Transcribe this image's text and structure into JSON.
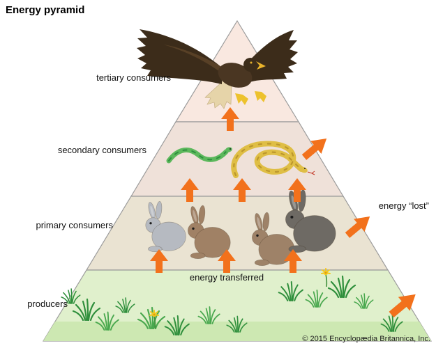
{
  "title": "Energy pyramid",
  "pyramid": {
    "levels": [
      {
        "label": "tertiary consumers",
        "organism": "eagle"
      },
      {
        "label": "secondary consumers",
        "organism": "snakes"
      },
      {
        "label": "primary consumers",
        "organism": "rabbits"
      },
      {
        "label": "producers",
        "organism": "grass-and-flowers"
      }
    ]
  },
  "annotations": {
    "energy_transferred": "energy transferred",
    "energy_lost": "energy “lost”"
  },
  "copyright": "© 2015 Encyclopædia Britannica, Inc.",
  "colors": {
    "arrow_orange": "#f2711c",
    "tertiary_fill": "#f9e8e0",
    "secondary_fill": "#efe1d9",
    "primary_fill": "#eae3d2",
    "producers_fill": "#e0f0cc"
  }
}
